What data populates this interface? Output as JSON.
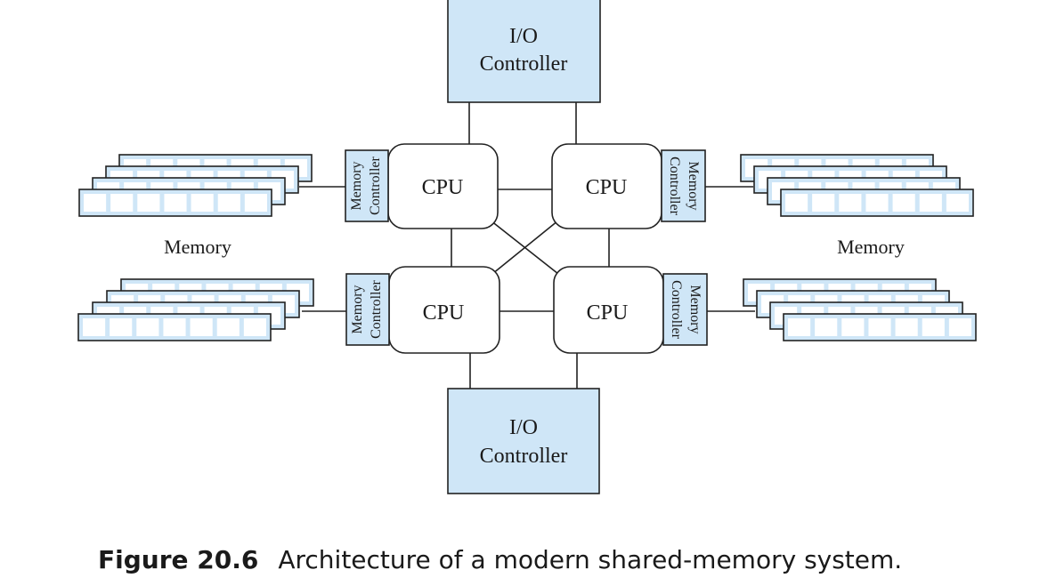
{
  "io_controllers": [
    {
      "id": "top",
      "line1": "I/O",
      "line2": "Controller"
    },
    {
      "id": "bottom",
      "line1": "I/O",
      "line2": "Controller"
    }
  ],
  "cpus": [
    {
      "id": "tl",
      "label": "CPU"
    },
    {
      "id": "tr",
      "label": "CPU"
    },
    {
      "id": "bl",
      "label": "CPU"
    },
    {
      "id": "br",
      "label": "CPU"
    }
  ],
  "memory_controllers": [
    {
      "id": "tl",
      "line1": "Memory",
      "line2": "Controller"
    },
    {
      "id": "tr",
      "line1": "Memory",
      "line2": "Controller"
    },
    {
      "id": "bl",
      "line1": "Memory",
      "line2": "Controller"
    },
    {
      "id": "br",
      "line1": "Memory",
      "line2": "Controller"
    }
  ],
  "memory_labels": {
    "left": "Memory",
    "right": "Memory"
  },
  "caption": {
    "number": "Figure 20.6",
    "text": "Architecture of a modern shared-memory system."
  },
  "colors": {
    "fill": "#cfe6f7",
    "stroke": "#222222",
    "module_cell": "#ffffff"
  }
}
